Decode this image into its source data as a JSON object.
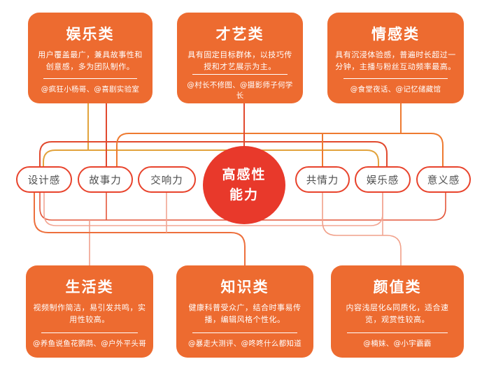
{
  "center_node": {
    "line1": "高感性",
    "line2": "能力"
  },
  "nodes": [
    "设计感",
    "故事力",
    "交响力",
    "共情力",
    "娱乐感",
    "意义感"
  ],
  "cards": [
    {
      "title": "娱乐类",
      "description": "用户覆盖最广，兼具故事性和创意感，多为团队制作。",
      "accounts": "@疯狂小杨哥、@喜剧实验室"
    },
    {
      "title": "才艺类",
      "description": "具有固定目标群体，以技巧传授和才艺展示为主。",
      "accounts": "@村长不修图、@摄影师子何学长"
    },
    {
      "title": "情感类",
      "description": "具有沉浸体验感，普遍时长超过一分钟，主播与粉丝互动频率最高。",
      "accounts": "@食堂夜话、@记忆储藏馆"
    },
    {
      "title": "生活类",
      "description": "视频制作简洁，易引发共鸣，实用性较高。",
      "accounts": "@养鱼说鱼花鹦鹉、@户外平头哥"
    },
    {
      "title": "知识类",
      "description": "健康科普受众广，结合时事易传播，编辑风格个性化。",
      "accounts": "@暴走大测评、@咚咚什么都知道"
    },
    {
      "title": "颜值类",
      "description": "内容浅层化&同质化，适合速览，观赏性较高。",
      "accounts": "@楠妹、@小宇霸霸"
    }
  ],
  "colors": {
    "card_orange": "#ED6B30",
    "center_red": "#E8392B",
    "node_border": "#E8432C",
    "wire_amber": "#E2A33C",
    "wire_red": "#E1492E",
    "wire_orange": "#EE7A30",
    "wire_salmon": "#F2A593",
    "wire_light_orange": "#ED6F3C",
    "text_gray": "#4d4d4d"
  }
}
